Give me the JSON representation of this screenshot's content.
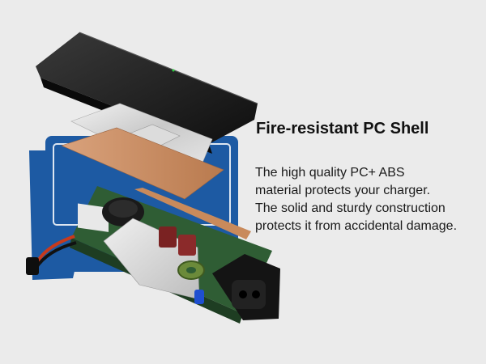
{
  "headline": "Fire-resistant PC Shell",
  "description_lines": [
    "The high quality PC+ ABS",
    "material protects your charger.",
    "The solid and sturdy construction",
    "protects it from accidental damage."
  ],
  "colors": {
    "background": "#ebebeb",
    "blue_panel": "#1d5aa3",
    "shell": "#151515",
    "copper": "#c98a5b",
    "pcb": "#2f5d34"
  }
}
